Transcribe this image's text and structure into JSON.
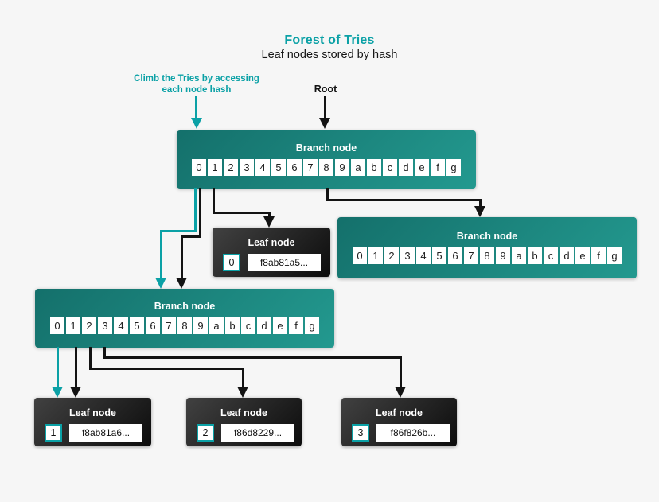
{
  "colors": {
    "accent": "#0ba1a6",
    "ink": "#131313",
    "background": "#f6f6f6"
  },
  "header": {
    "title": "Forest of Tries",
    "subtitle": "Leaf nodes stored by hash"
  },
  "annotations": {
    "climb": "Climb the Tries by accessing each node hash",
    "root": "Root"
  },
  "cells": [
    "0",
    "1",
    "2",
    "3",
    "4",
    "5",
    "6",
    "7",
    "8",
    "9",
    "a",
    "b",
    "c",
    "d",
    "e",
    "f",
    "g"
  ],
  "branches": {
    "top": {
      "label": "Branch node"
    },
    "right": {
      "label": "Branch node"
    },
    "left": {
      "label": "Branch node"
    }
  },
  "leaves": [
    {
      "label": "Leaf node",
      "index": "0",
      "hash": "f8ab81a5..."
    },
    {
      "label": "Leaf node",
      "index": "1",
      "hash": "f8ab81a6..."
    },
    {
      "label": "Leaf node",
      "index": "2",
      "hash": "f86d8229..."
    },
    {
      "label": "Leaf node",
      "index": "3",
      "hash": "f86f826b..."
    }
  ]
}
